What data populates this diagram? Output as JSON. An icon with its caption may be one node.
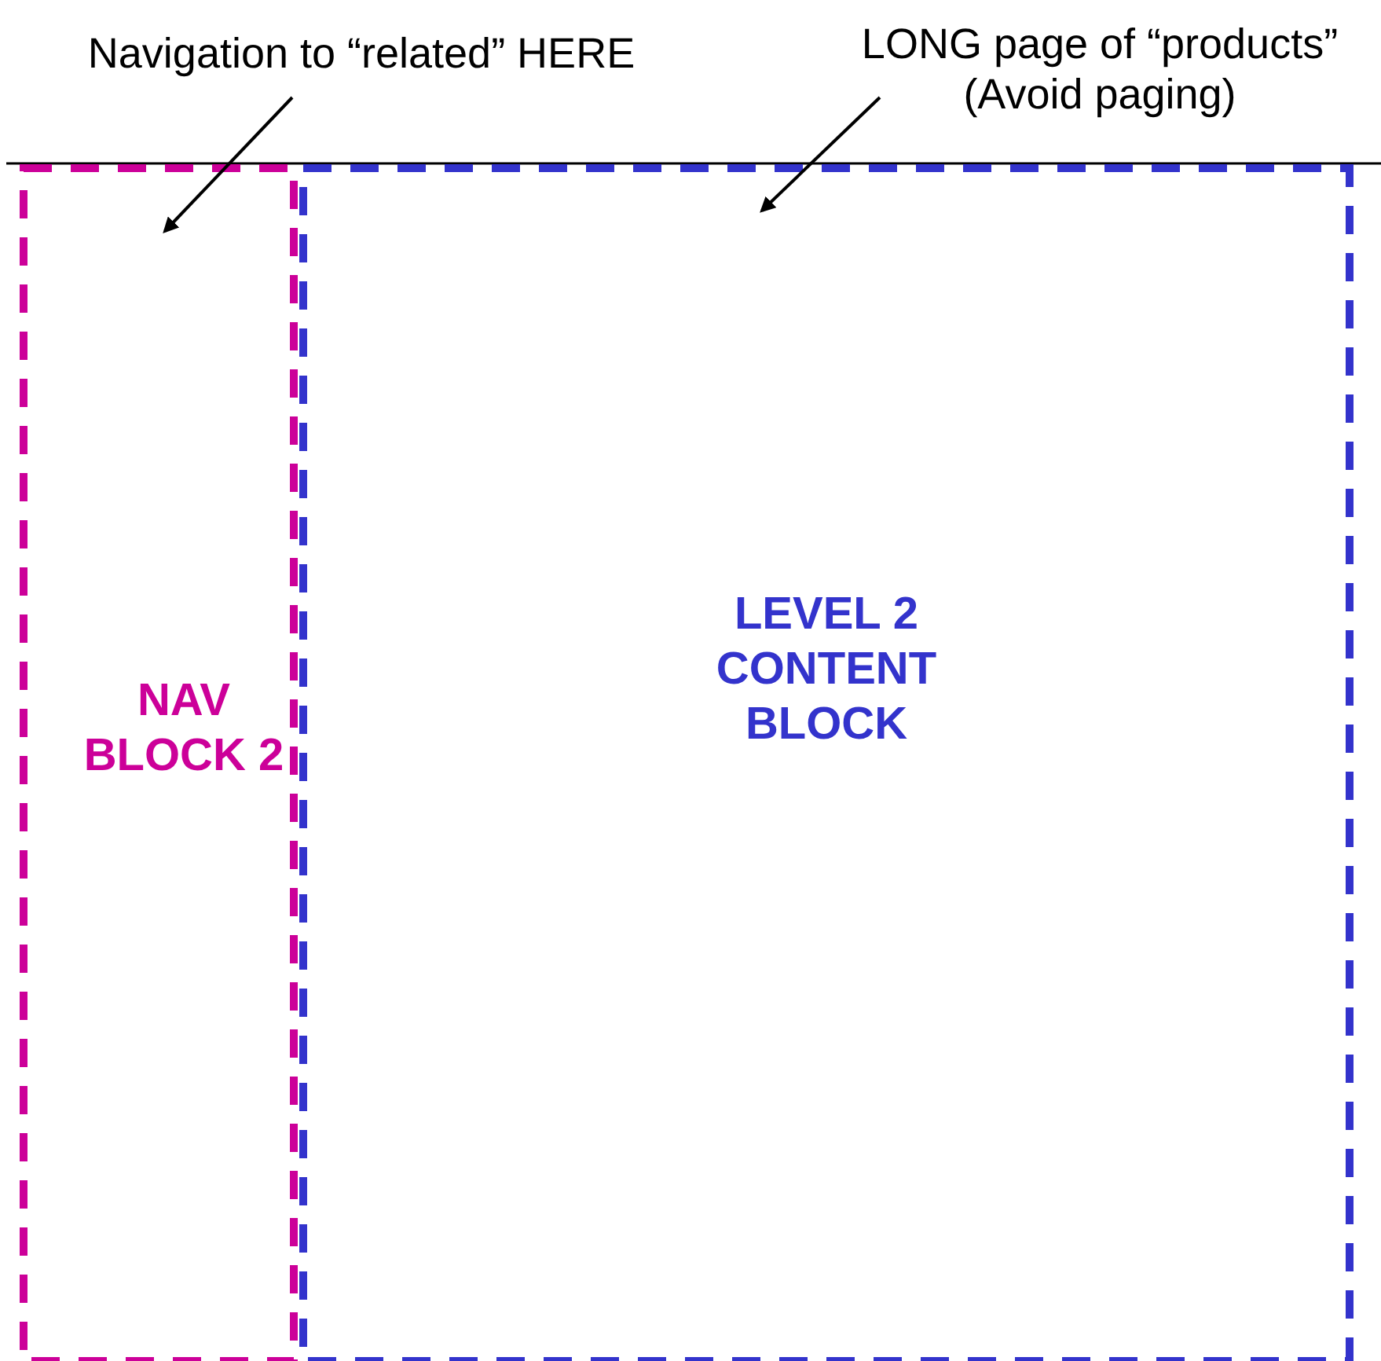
{
  "diagram": {
    "nodes": [
      {
        "text": [
          "Navigation to “related” HERE"
        ]
      },
      {
        "text": [
          "LONG page of “products” (Avoid paging)"
        ]
      },
      {
        "text": [
          "NAV BLOCK 2"
        ]
      },
      {
        "text": [
          "LEVEL 2 CONTENT BLOCK"
        ]
      }
    ],
    "edges": [
      {
        "from": 0,
        "to": 2,
        "arrow": "to"
      },
      {
        "from": 1,
        "to": 3,
        "arrow": "to"
      }
    ]
  }
}
